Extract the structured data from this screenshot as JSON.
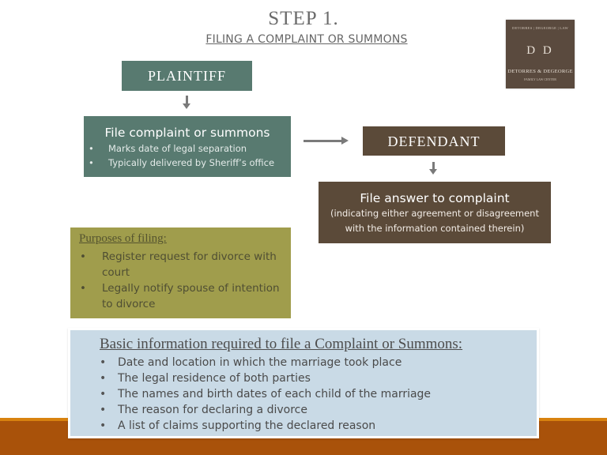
{
  "header": {
    "title": "STEP 1.",
    "subtitle": "FILING A COMPLAINT OR SUMMONS"
  },
  "logo": {
    "top_text": "DETORRES | DEGEORGE | LAW",
    "monogram": "D D",
    "name": "DETORRES & DEGEORGE",
    "tagline": "FAMILY LAW CENTER"
  },
  "flow": {
    "plaintiff": "PLAINTIFF",
    "complaint": {
      "heading": "File complaint or summons",
      "bullets": [
        "Marks date of legal separation",
        "Typically delivered by Sheriff’s office"
      ]
    },
    "defendant": "DEFENDANT",
    "answer": {
      "heading": "File answer to complaint",
      "detail_line1": "(indicating either agreement or disagreement",
      "detail_line2": "with the information contained therein)"
    }
  },
  "purposes": {
    "heading": "Purposes of  filing:",
    "bullets": [
      "Register request for divorce with court",
      "Legally notify spouse of intention to divorce"
    ]
  },
  "basic_info": {
    "heading": "Basic information required to file a Complaint or Summons:",
    "bullets": [
      "Date and location in which the marriage took place",
      "The legal residence of both parties",
      "The names and birth dates of each child of the marriage",
      "The reason for declaring a divorce",
      "A list of claims supporting the declared reason"
    ]
  },
  "bullet_char": "•",
  "colors": {
    "plaintiff_box": "#587a70",
    "defendant_box": "#5b4a39",
    "purposes_box": "#a09d4c",
    "basic_info_box": "#c9dae6",
    "footer_band": "#a9520a",
    "footer_line": "#d8820f"
  }
}
